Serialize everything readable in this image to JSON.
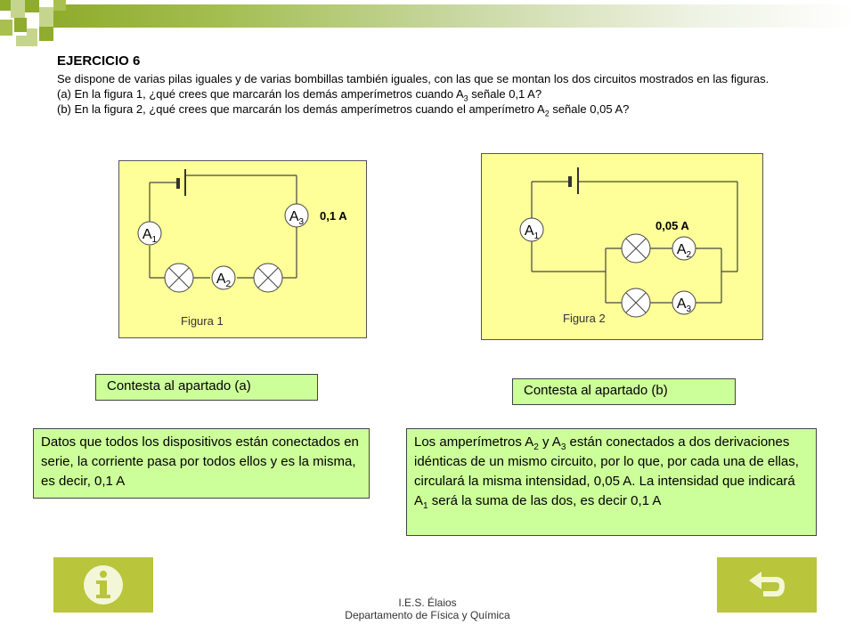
{
  "exercise": {
    "title": "EJERCICIO 6",
    "intro": "Se dispone de varias pilas iguales  y de varias bombillas también iguales, con las que se montan los dos circuitos mostrados en las figuras.",
    "q_a": {
      "pre": "(a) En la figura 1, ¿qué crees que marcarán los demás amperímetros cuando A",
      "sub": "3",
      "post": " señale 0,1 A?"
    },
    "q_b": {
      "pre": "(b) En la figura 2, ¿qué crees que marcarán los demás amperímetros cuando el amperímetro A",
      "sub": "2",
      "post": " señale 0,05 A?"
    }
  },
  "figure1": {
    "caption": "Figura 1",
    "reading": "0,1 A",
    "meters": [
      {
        "letter": "A",
        "sub": "1"
      },
      {
        "letter": "A",
        "sub": "2"
      },
      {
        "letter": "A",
        "sub": "3"
      }
    ]
  },
  "figure2": {
    "caption": "Figura 2",
    "reading": "0,05 A",
    "meters": [
      {
        "letter": "A",
        "sub": "1"
      },
      {
        "letter": "A",
        "sub": "2"
      },
      {
        "letter": "A",
        "sub": "3"
      }
    ]
  },
  "answer_a": {
    "button": "Contesta al apartado (a)",
    "text": "Datos que todos los dispositivos están conectados en serie, la corriente pasa por todos ellos y es la misma, es decir, 0,1 A"
  },
  "answer_b": {
    "button": "Contesta al apartado (b)",
    "t1": "Los amperímetros A",
    "s1": "2",
    "t2": " y A",
    "s2": "3",
    "t3": " están conectados a dos derivaciones idénticas de un mismo circuito, por lo que, por cada una de ellas, circulará la misma intensidad, 0,05 A. La intensidad que indicará A",
    "s3": "1",
    "t4": " será la suma de las dos, es decir 0,1 A"
  },
  "footer": {
    "school": "I.E.S. Élaios",
    "dept": "Departamento de Física y Química"
  },
  "nav": {
    "info_icon": "info-icon",
    "back_icon": "return-arrow-icon"
  },
  "colors": {
    "panel": "#ffff99",
    "answer": "#ccff99",
    "nav": "#b9c53a",
    "band": "#8fac2c"
  }
}
